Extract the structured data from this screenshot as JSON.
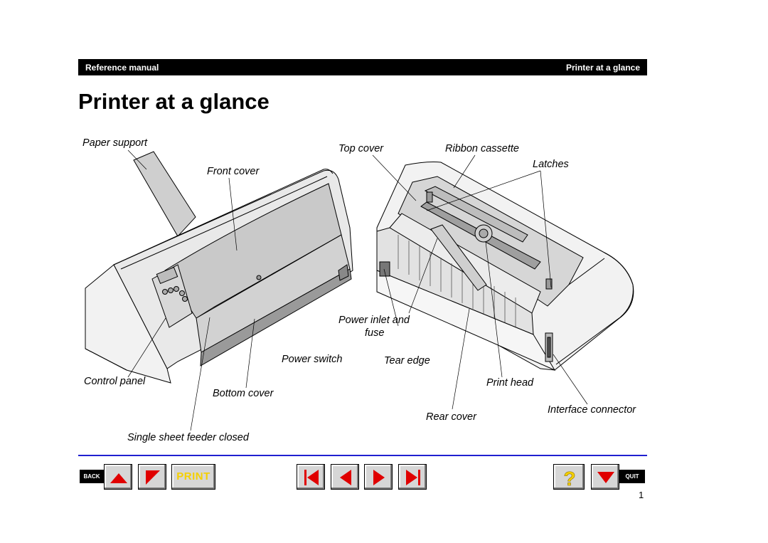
{
  "header": {
    "left_label": "Reference manual",
    "right_label": "Printer at a glance"
  },
  "page_title": "Printer at a glance",
  "figure": {
    "callouts": {
      "paper_support": "Paper support",
      "front_cover": "Front cover",
      "top_cover": "Top cover",
      "ribbon_cassette": "Ribbon cassette",
      "latches": "Latches",
      "power_inlet_line1": "Power inlet and",
      "power_inlet_line2": "fuse",
      "power_switch": "Power switch",
      "tear_edge": "Tear edge",
      "control_panel": "Control panel",
      "print_head": "Print head",
      "bottom_cover": "Bottom cover",
      "interface_connector": "Interface connector",
      "rear_cover": "Rear cover",
      "single_sheet_feeder": "Single sheet feeder closed"
    }
  },
  "nav": {
    "back_label": "BACK",
    "quit_label": "QUIT",
    "print_label": "PRINT",
    "help_glyph": "?",
    "icons": [
      "up-arrow-icon",
      "diagonal-arrow-icon",
      "first-page-icon",
      "previous-page-icon",
      "next-page-icon",
      "last-page-icon",
      "help-icon",
      "down-arrow-icon"
    ],
    "accent_color": "#e00000",
    "help_color": "#f5d000"
  },
  "page_number": "1"
}
